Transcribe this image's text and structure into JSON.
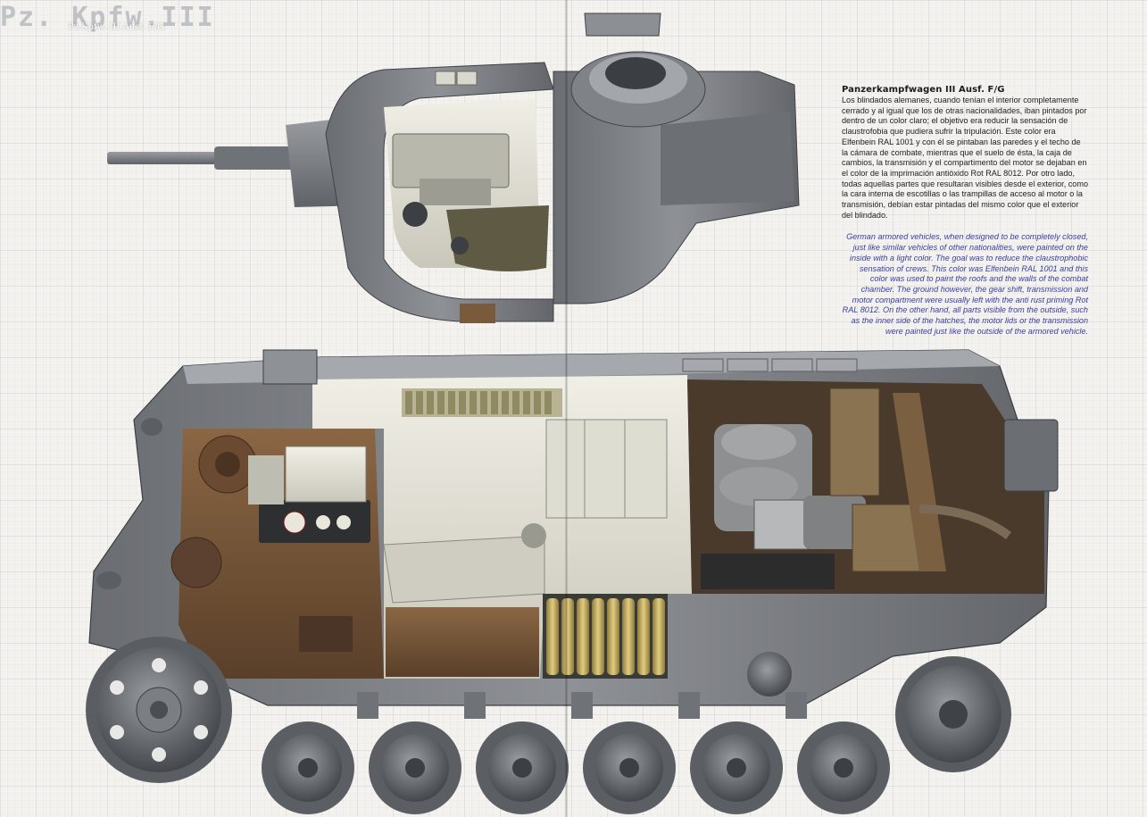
{
  "header": {
    "title": "Pz. Kpfw.III",
    "subtitle": "Pz.Kpfw. III Ausf. F/G"
  },
  "article": {
    "title": "Panzerkampfwagen III Ausf. F/G",
    "spanish": "Los blindados alemanes, cuando tenían el interior completamente cerrado y al igual que los de otras nacionalidades, iban pintados por dentro de un color claro; el objetivo era reducir la sensación de claustrofobia que pudiera sufrir la tripulación. Este color era Elfenbein RAL 1001 y con él se pintaban las paredes y el techo de la cámara de combate, mientras que el suelo de ésta, la caja de cambios, la transmisión y el compartimento del motor se dejaban en el color de la imprimación antióxido Rot RAL 8012. Por otro lado, todas aquellas partes que resultaran visibles desde el exterior, como la cara interna de escotillas o las trampillas de acceso al motor o la transmisión, debían estar pintadas del mismo color que el exterior del blindado.",
    "english": "German armored vehicles, when designed to be completely closed, just like similar vehicles of other nationalities, were painted on the inside with a light color. The goal was to reduce the claustrophobic sensation of crews. This color was Elfenbein RAL 1001 and this color was used to paint the roofs and the walls of the combat chamber. The ground however, the gear shift, transmission and motor compartment were usually left with the anti rust priming Rot RAL 8012. On the other hand, all parts visible from the outside, such as the inner side of the hatches, the motor lids or the transmission were painted just like the outside of the armored vehicle."
  },
  "illustrations": {
    "turret": "turret-cutaway",
    "hull": "hull-cutaway"
  },
  "colors": {
    "hull_gray": "#7d8084",
    "hull_dark": "#55585c",
    "interior_ivory": "#e4e2d6",
    "primer_brown": "#7a5a3c",
    "english_text": "#3a3fa0",
    "shell_brass": "#c9b46a"
  }
}
